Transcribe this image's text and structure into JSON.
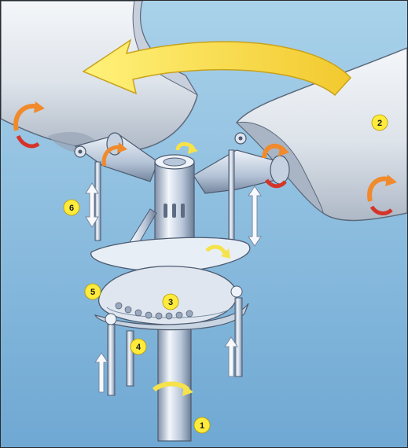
{
  "diagram": {
    "colors": {
      "sky_top": "#a9d2ea",
      "sky_bottom": "#6fa8d3",
      "blade_light": "#f2f4f7",
      "blade_shadow": "#b7c0cc",
      "metal_light": "#f5f8fc",
      "metal_mid": "#b9c7da",
      "metal_dark": "#6e7f97",
      "rotation_arrow": "#f6e24a",
      "twist_arrow": "#f08a2c",
      "twist_arrow_dark": "#d5342a",
      "marker_fill": "#ffeb3b",
      "marker_text": "#1a1a1a"
    },
    "callouts": [
      {
        "id": "callout-1",
        "number": "1"
      },
      {
        "id": "callout-2",
        "number": "2"
      },
      {
        "id": "callout-3",
        "number": "3"
      },
      {
        "id": "callout-4",
        "number": "4"
      },
      {
        "id": "callout-5",
        "number": "5"
      },
      {
        "id": "callout-6",
        "number": "6"
      }
    ]
  }
}
